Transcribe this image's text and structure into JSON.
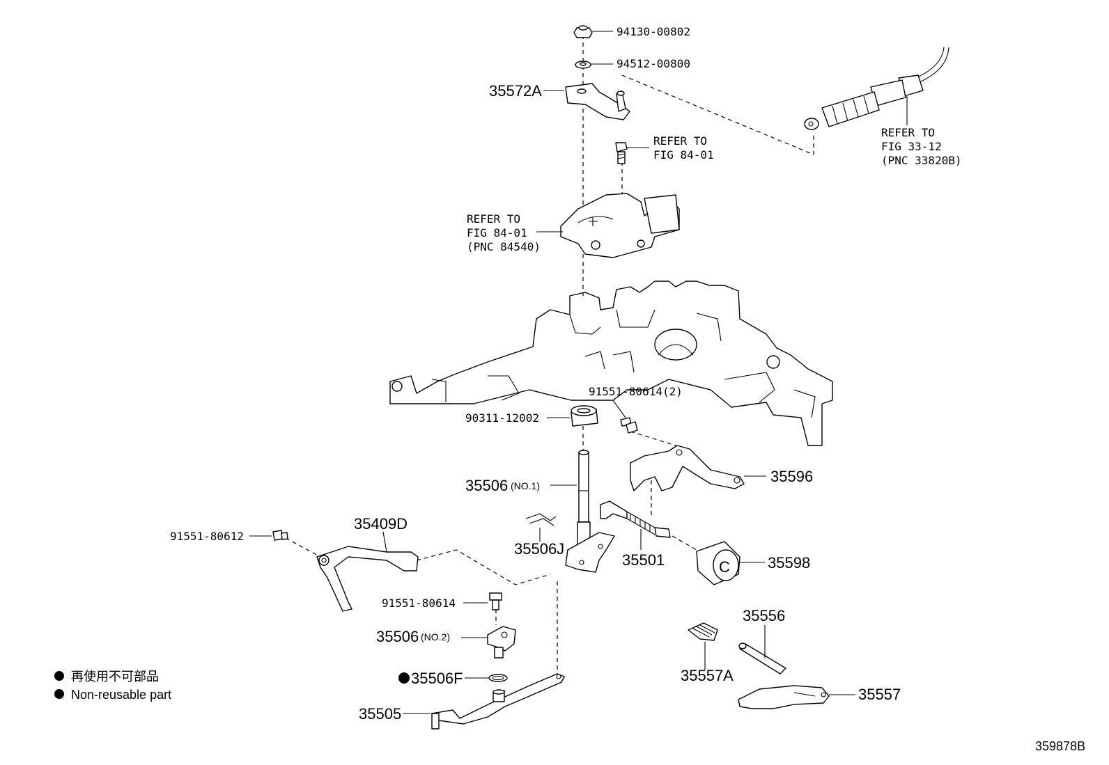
{
  "labels": {
    "p94130": "94130-00802",
    "p94512": "94512-00800",
    "p35572a": "35572A",
    "refer1_line1": "REFER TO",
    "refer1_line2": "FIG 84-01",
    "refer2_line1": "REFER TO",
    "refer2_line2": "FIG 84-01",
    "refer2_line3": "(PNC 84540)",
    "refer3_line1": "REFER TO",
    "refer3_line2": "FIG 33-12",
    "refer3_line3": "(PNC 33820B)",
    "p91551_2": "91551-80614(2)",
    "p90311": "90311-12002",
    "p35596": "35596",
    "p35506": "35506",
    "p35506_no1": "(NO.1)",
    "p35409d": "35409D",
    "p91551_80612": "91551-80612",
    "p35506j": "35506J",
    "p35501": "35501",
    "p35598": "35598",
    "p91551_80614": "91551-80614",
    "p35506_b": "35506",
    "p35506_no2": "(NO.2)",
    "p35506f": "35506F",
    "p35505": "35505",
    "p35556": "35556",
    "p35557a": "35557A",
    "p35557": "35557",
    "figure_id": "359878B"
  },
  "legend": {
    "line1": "再使用不可部品",
    "line2": "Non-reusable part"
  },
  "icons": {
    "bullet": "filled-circle"
  },
  "colors": {
    "ink": "#000000",
    "paper": "#ffffff"
  }
}
